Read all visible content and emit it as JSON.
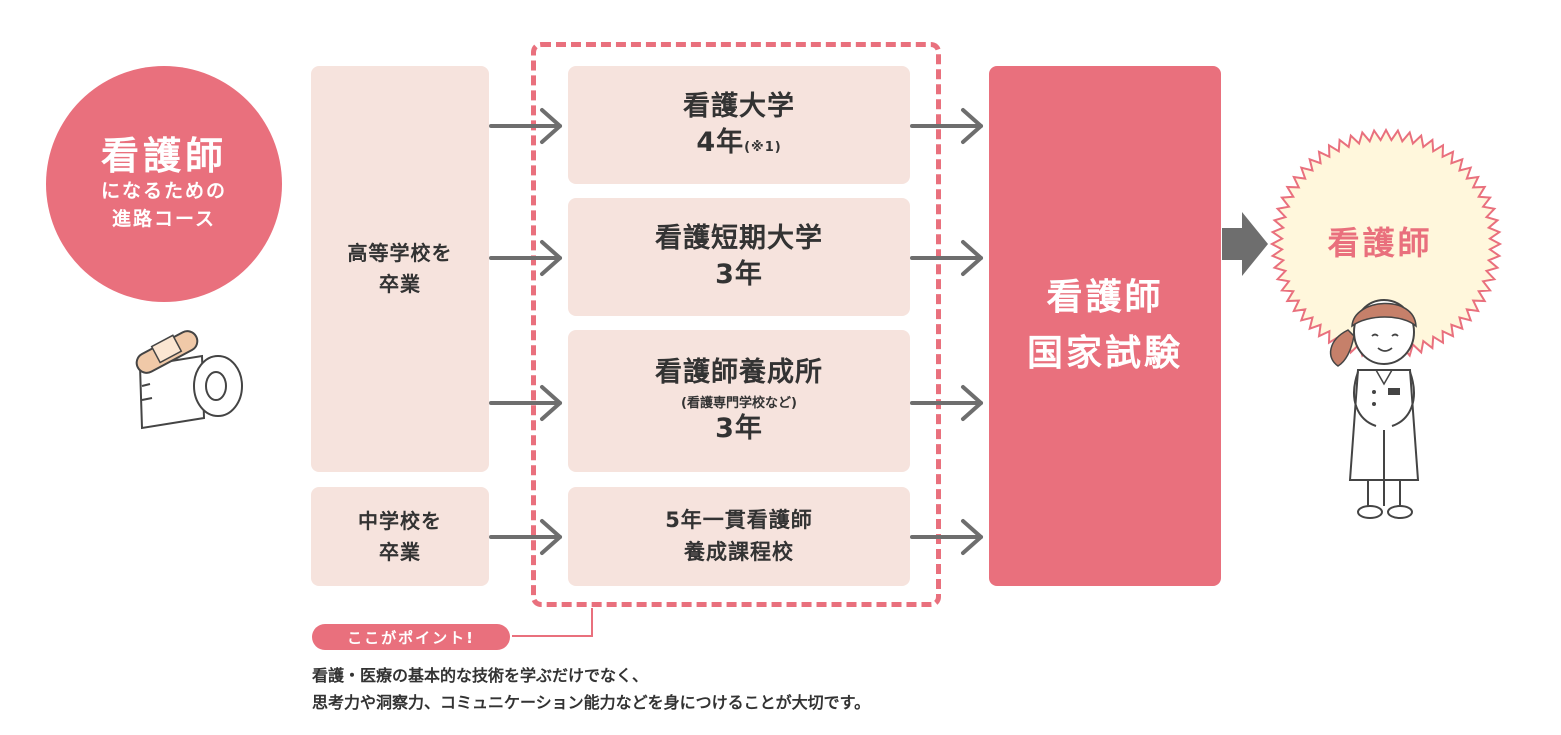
{
  "title": {
    "main": "看護師",
    "line1": "になるための",
    "line2": "進路コース"
  },
  "sources": {
    "high_school": {
      "line1": "高等学校を",
      "line2": "卒業"
    },
    "middle_school": {
      "line1": "中学校を",
      "line2": "卒業"
    }
  },
  "courses": [
    {
      "name": "看護大学",
      "years": "4年",
      "note": "(※1)"
    },
    {
      "name": "看護短期大学",
      "years": "3年"
    },
    {
      "name": "看護師養成所",
      "note": "(看護専門学校など)",
      "years": "3年"
    },
    {
      "line1": "5年一貫看護師",
      "line2": "養成課程校"
    }
  ],
  "exam": {
    "line1": "看護師",
    "line2": "国家試験"
  },
  "result": "看護師",
  "point": {
    "badge": "ここがポイント!",
    "text_line1": "看護・医療の基本的な技術を学ぶだけでなく、",
    "text_line2": "思考力や洞察力、コミュニケーション能力などを身につけることが大切です。"
  },
  "colors": {
    "accent": "#e9707d",
    "box_fill": "#f6e3dd",
    "arrow": "#6e6e6e",
    "burst_fill": "#fff7dc"
  }
}
